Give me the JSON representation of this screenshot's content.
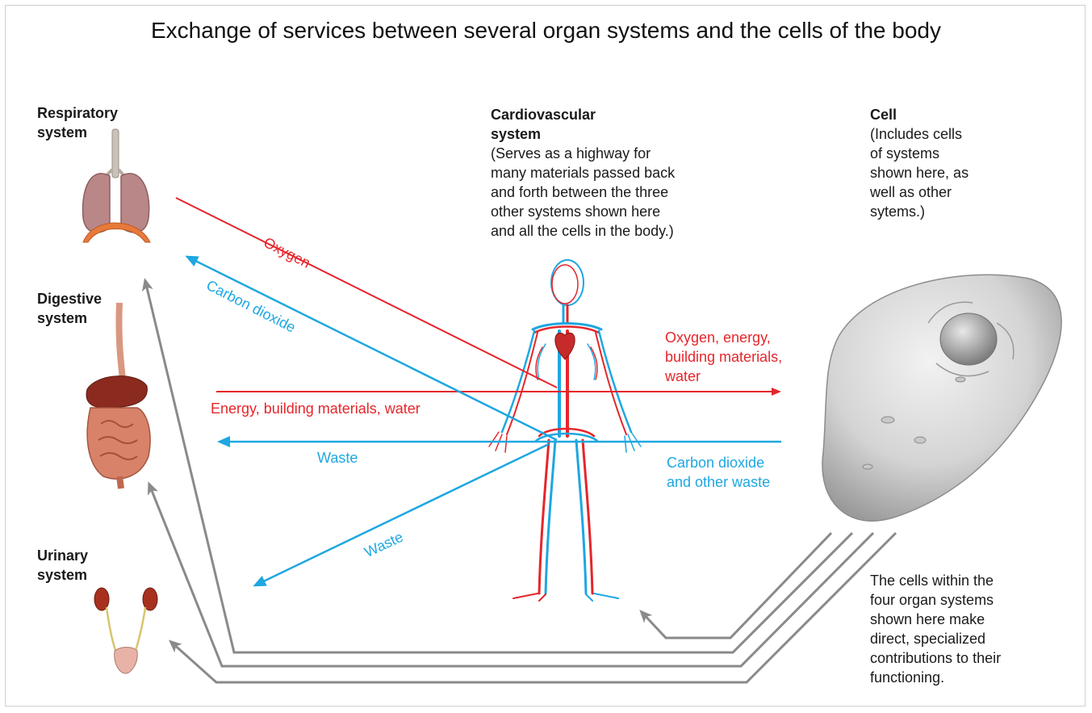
{
  "title": "Exchange of services between several organ systems and the cells of the body",
  "systems": {
    "respiratory": {
      "label_line1": "Respiratory",
      "label_line2": "system"
    },
    "digestive": {
      "label_line1": "Digestive",
      "label_line2": "system"
    },
    "urinary": {
      "label_line1": "Urinary",
      "label_line2": "system"
    },
    "cardiovascular": {
      "label_line1": "Cardiovascular",
      "label_line2": "system",
      "desc_lines": [
        "(Serves as a highway for",
        "many materials passed back",
        "and forth between the three",
        "other systems shown here",
        "and all the cells in the body.)"
      ]
    },
    "cell": {
      "label": "Cell",
      "desc_lines": [
        "(Includes cells",
        "of systems",
        "shown here, as",
        "well as other",
        "sytems.)"
      ]
    }
  },
  "arrows": {
    "oxygen": "Oxygen",
    "carbon_dioxide": "Carbon dioxide",
    "energy_building": "Energy, building materials, water",
    "waste_horizontal": "Waste",
    "waste_diagonal": "Waste",
    "to_cell_lines": [
      "Oxygen, energy,",
      "building materials,",
      "water"
    ],
    "from_cell_lines": [
      "Carbon dioxide",
      "and other waste"
    ]
  },
  "note_lines": [
    "The cells within the",
    "four organ systems",
    "shown here make",
    "direct, specialized",
    "contributions to their",
    "functioning."
  ],
  "colors": {
    "red": "#e5262b",
    "blue": "#1ea7e1",
    "gray": "#8a8a8a"
  },
  "icons": [
    "lungs-icon",
    "digestive-tract-icon",
    "kidneys-icon",
    "human-vascular-figure-icon",
    "cell-icon"
  ]
}
